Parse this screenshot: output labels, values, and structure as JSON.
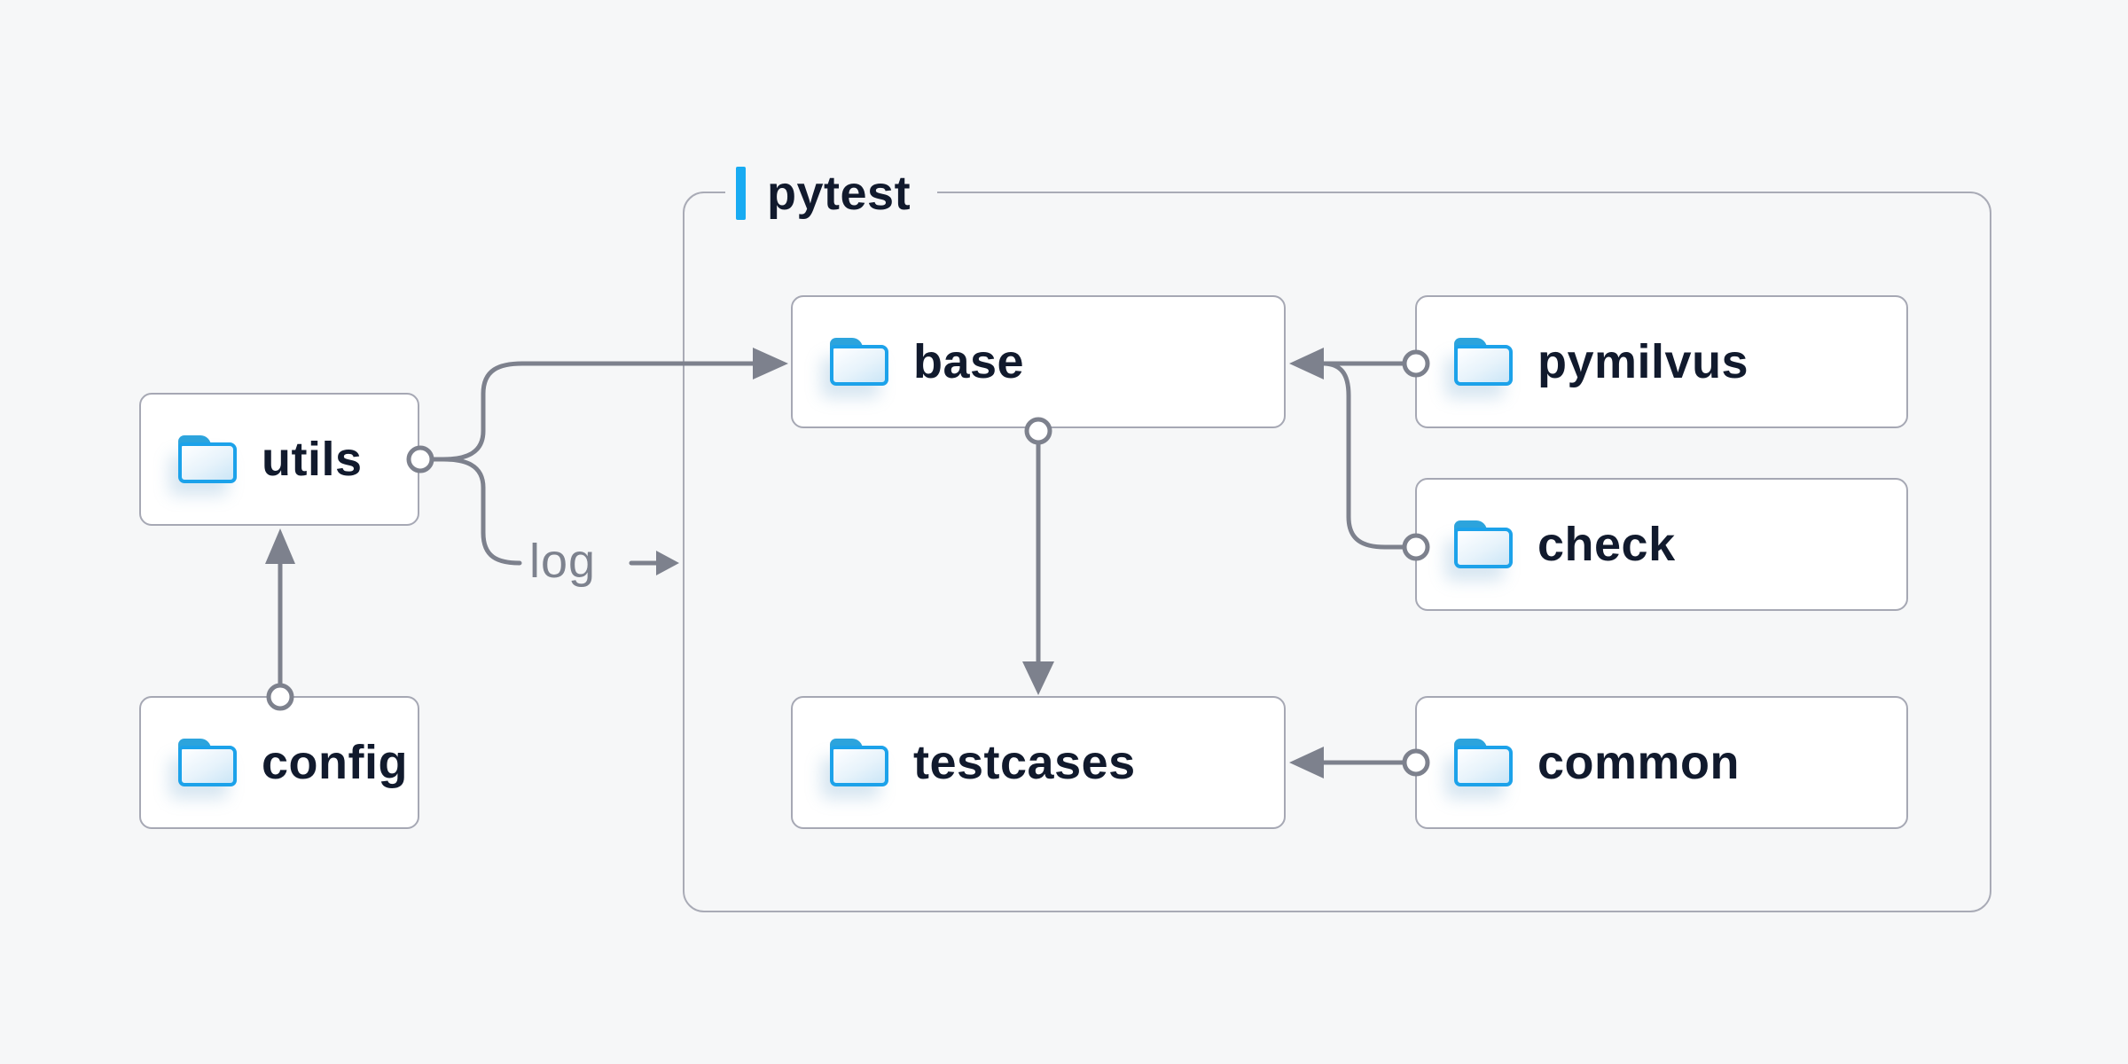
{
  "diagram": {
    "group": {
      "label": "pytest"
    },
    "log_label": "log",
    "nodes": [
      {
        "id": "utils",
        "label": "utils",
        "icon": "folder-icon",
        "inside_group": false
      },
      {
        "id": "config",
        "label": "config",
        "icon": "folder-icon",
        "inside_group": false
      },
      {
        "id": "base",
        "label": "base",
        "icon": "folder-icon",
        "inside_group": true
      },
      {
        "id": "pymilvus",
        "label": "pymilvus",
        "icon": "folder-icon",
        "inside_group": true
      },
      {
        "id": "check",
        "label": "check",
        "icon": "folder-icon",
        "inside_group": true
      },
      {
        "id": "testcases",
        "label": "testcases",
        "icon": "folder-icon",
        "inside_group": true
      },
      {
        "id": "common",
        "label": "common",
        "icon": "folder-icon",
        "inside_group": true
      }
    ],
    "edges": [
      {
        "from": "config",
        "to": "utils"
      },
      {
        "from": "utils",
        "to": "base"
      },
      {
        "from": "utils",
        "to": "pytest-group",
        "label": "log"
      },
      {
        "from": "pymilvus",
        "to": "base"
      },
      {
        "from": "check",
        "to": "base"
      },
      {
        "from": "base",
        "to": "testcases"
      },
      {
        "from": "common",
        "to": "testcases"
      }
    ],
    "colors": {
      "background": "#f6f7f8",
      "node_fill": "#ffffff",
      "node_border": "#a6a8b4",
      "group_border": "#a9abb6",
      "connector": "#7d818d",
      "label_text": "#111a2d",
      "log_text": "#7d828e",
      "accent_blue": "#18abf2",
      "folder_border_blue": "#1ca2ea",
      "folder_tab_blue": "#2da4dd"
    }
  }
}
